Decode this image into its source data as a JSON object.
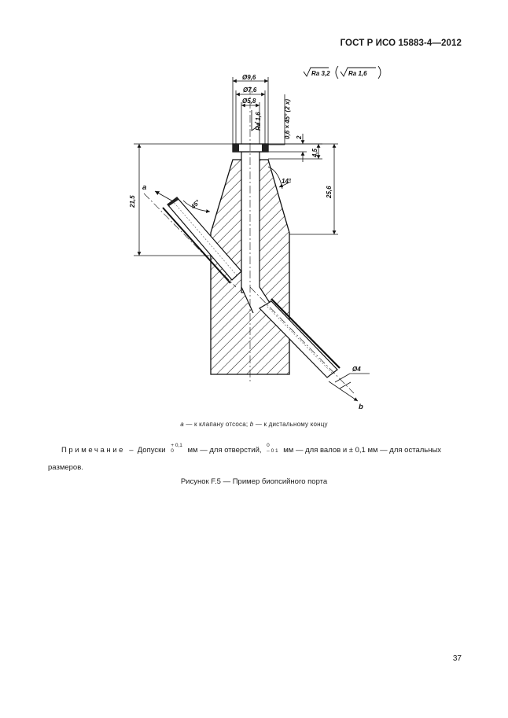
{
  "header": {
    "standard": "ГОСТ Р ИСО 15883-4—2012"
  },
  "drawing": {
    "roughness_main": "Ra 3,2",
    "roughness_paren": "Ra 1,6",
    "roughness_bore": "Ra 1,6",
    "dim_d96": "Ø9,6",
    "dim_d76": "Ø7,6",
    "dim_d58": "Ø5,8",
    "dim_chamfer": "0,6 × 45° (2 x)",
    "dim_2": "2",
    "dim_45": "4,5",
    "dim_256": "25,6",
    "dim_215": "21,5",
    "dim_14deg": "14°",
    "dim_45deg": "45°",
    "dim_d4": "Ø4",
    "label_a": "a",
    "label_b": "b"
  },
  "legend": {
    "a_letter": "a",
    "a_text": "— к клапану отсоса;",
    "b_letter": "b",
    "b_text": "— к дистальному концу"
  },
  "note": {
    "label": "Примечание –",
    "t1": "Допуски",
    "tol1_up": "+ 0,1",
    "tol1_low": "0",
    "t2": "мм — для отверстий,",
    "tol2_up": "0",
    "tol2_low": "– 0 1",
    "t3": "мм — для валов и ± 0,1 мм — для остальных размеров."
  },
  "caption": "Рисунок F.5 — Пример биопсийного порта",
  "page_number": "37"
}
